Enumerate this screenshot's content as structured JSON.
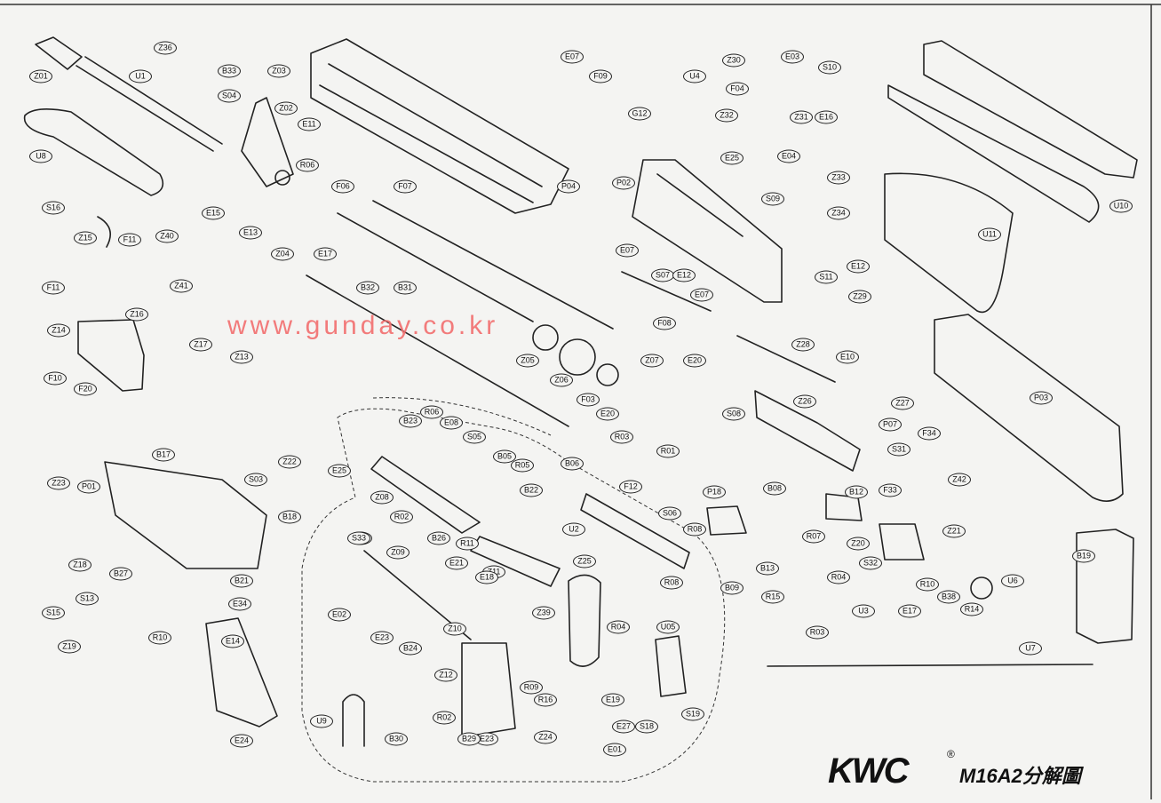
{
  "watermark": "www.gunday.co.kr",
  "brand": {
    "logo": "KWC",
    "registered": "®",
    "title": "M16A2分解圖"
  },
  "labels": [
    "Z01",
    "Z36",
    "U1",
    "B33",
    "Z03",
    "S04",
    "Z02",
    "E11",
    "U8",
    "R06",
    "E15",
    "F06",
    "E13",
    "Z04",
    "F07",
    "E17",
    "S16",
    "Z15",
    "F11",
    "Z40",
    "Z41",
    "F11",
    "Z16",
    "Z14",
    "Z17",
    "F10",
    "F20",
    "B32",
    "B31",
    "P04",
    "E07",
    "F09",
    "U4",
    "G12",
    "Z30",
    "E03",
    "S10",
    "F04",
    "Z32",
    "Z31",
    "E16",
    "E25",
    "E04",
    "P02",
    "S09",
    "Z33",
    "Z34",
    "E07",
    "S07",
    "E12",
    "E07",
    "F08",
    "S11",
    "E12",
    "Z29",
    "U10",
    "U11",
    "Z13",
    "Z05",
    "Z06",
    "F03",
    "Z07",
    "E20",
    "Z28",
    "E10",
    "R06",
    "E08",
    "S05",
    "B23",
    "E20",
    "R03",
    "Z26",
    "S08",
    "P07",
    "Z27",
    "P03",
    "B17",
    "Z22",
    "S03",
    "E25",
    "B05",
    "R05",
    "B06",
    "R01",
    "P18",
    "B08",
    "S31",
    "F34",
    "Z23",
    "P01",
    "Z08",
    "B22",
    "F12",
    "S06",
    "B12",
    "F33",
    "Z42",
    "B18",
    "R02",
    "B26",
    "R11",
    "B27",
    "E21",
    "U2",
    "R08",
    "R07",
    "Z20",
    "S32",
    "Z21",
    "Z18",
    "B27",
    "S33",
    "Z09",
    "Z11",
    "Z25",
    "R08",
    "B09",
    "B13",
    "R04",
    "R15",
    "R10",
    "B38",
    "R14",
    "U6",
    "B19",
    "B21",
    "S13",
    "E34",
    "E02",
    "E18",
    "R04",
    "R03",
    "U3",
    "E17",
    "S15",
    "Z19",
    "R10",
    "E23",
    "Z10",
    "Z39",
    "U05",
    "E14",
    "B24",
    "U7",
    "Z12",
    "R09",
    "R16",
    "E19",
    "E24",
    "U9",
    "R02",
    "E23",
    "B30",
    "B29",
    "Z24",
    "E27",
    "S18",
    "E01",
    "S19"
  ]
}
